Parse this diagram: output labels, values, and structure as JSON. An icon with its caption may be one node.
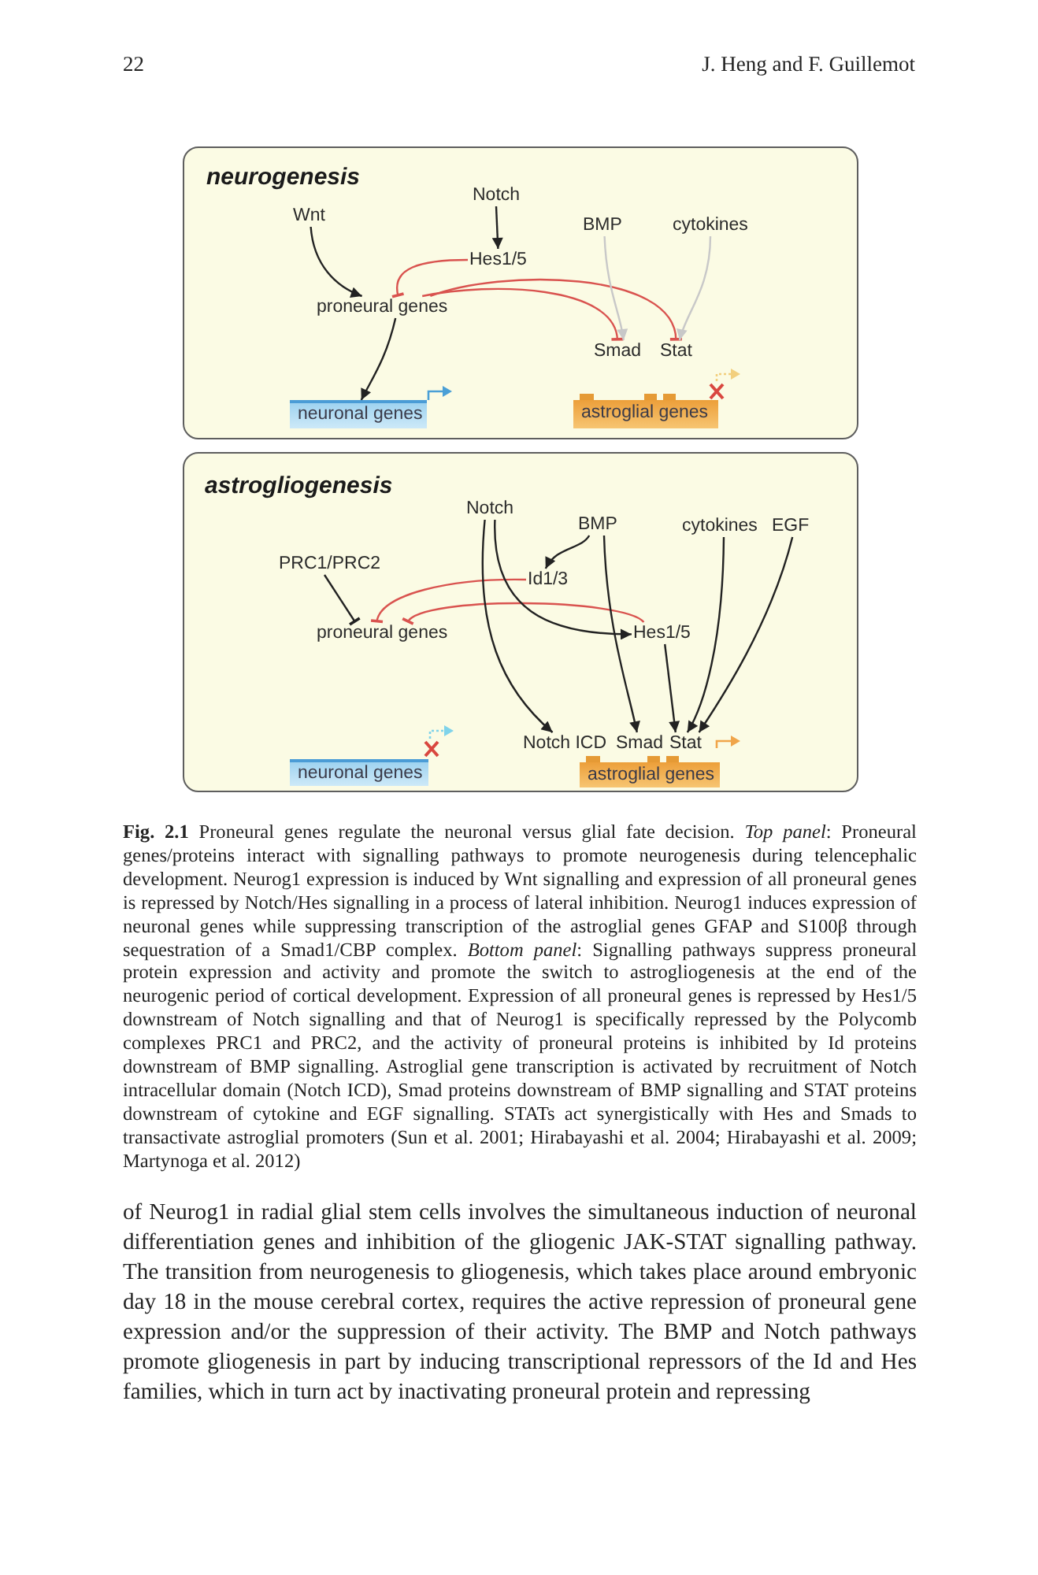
{
  "diagram": {
    "caption": "**Fig. 2.1** Proneural genes regulate the neuronal versus glial fate decision. *Top panel*: Proneural genes/proteins interact with signalling pathways to promote neurogenesis during telencephalic development. Neurog1 expression is induced by Wnt signalling and expression of all proneural genes is repressed by Notch/Hes signalling in a process of lateral inhibition. Neurog1 induces expression of neuronal genes while suppressing transcription of the astroglial genes GFAP and S100β through sequestration of a Smad1/CBP complex. *Bottom panel*: Signalling pathways suppress proneural protein expression and activity and promote the switch to astrogliogenesis at the end of the neurogenic period of cortical development. Expression of all proneural genes is repressed by Hes1/5 downstream of Notch signalling and that of Neurog1 is specifically repressed by the Polycomb complexes PRC1 and PRC2, and the activity of proneural proteins is inhibited by Id proteins downstream of BMP signalling. Astroglial gene transcription is activated by recruitment of Notch intracellular domain (Notch ICD), Smad proteins downstream of BMP signalling and STAT proteins downstream of cytokine and EGF signalling. STATs act synergistically with Hes and Smads to transactivate astroglial promoters (Sun et al. 2001; Hirabayashi et al. 2004; Hirabayashi et al. 2009; Martynoga et al. 2012)",
    "nodes": [
      {
        "text": [
          "neurogenesis"
        ]
      },
      {
        "text": [
          "Wnt"
        ],
        "in": 0
      },
      {
        "text": [
          "Notch"
        ],
        "in": 0
      },
      {
        "text": [
          "BMP"
        ],
        "in": 0
      },
      {
        "text": [
          "cytokines"
        ],
        "in": 0
      },
      {
        "text": [
          "Hes1/5"
        ],
        "in": 0
      },
      {
        "text": [
          "proneural genes"
        ],
        "in": 0
      },
      {
        "text": [
          "Smad"
        ],
        "in": 0
      },
      {
        "text": [
          "Stat"
        ],
        "in": 0
      },
      {
        "text": [
          "neuronal genes"
        ],
        "in": 0
      },
      {
        "text": [
          "astroglial genes"
        ],
        "in": 0
      },
      {
        "text": [
          "astrogliogenesis"
        ]
      },
      {
        "text": [
          "Notch"
        ],
        "in": 11
      },
      {
        "text": [
          "BMP"
        ],
        "in": 11
      },
      {
        "text": [
          "cytokines"
        ],
        "in": 11
      },
      {
        "text": [
          "EGF"
        ],
        "in": 11
      },
      {
        "text": [
          "PRC1/PRC2"
        ],
        "in": 11
      },
      {
        "text": [
          "Id1/3"
        ],
        "in": 11
      },
      {
        "text": [
          "proneural genes"
        ],
        "in": 11
      },
      {
        "text": [
          "Hes1/5"
        ],
        "in": 11
      },
      {
        "text": [
          "Notch ICD"
        ],
        "in": 11
      },
      {
        "text": [
          "Smad"
        ],
        "in": 11
      },
      {
        "text": [
          "Stat"
        ],
        "in": 11
      },
      {
        "text": [
          "neuronal genes"
        ],
        "in": 11
      },
      {
        "text": [
          "astroglial genes"
        ],
        "in": 11
      }
    ],
    "edges": [
      {
        "from": 1,
        "to": 6,
        "arrow": "to"
      },
      {
        "from": 2,
        "to": 5,
        "arrow": "to"
      },
      {
        "from": 5,
        "to": 6,
        "arrow": "other",
        "color": "#d9534f"
      },
      {
        "from": 6,
        "to": 7,
        "arrow": "other",
        "color": "#d9534f"
      },
      {
        "from": 6,
        "to": 8,
        "arrow": "other",
        "color": "#d9534f"
      },
      {
        "from": 3,
        "to": 7,
        "arrow": "to",
        "color": "#c8c8c8"
      },
      {
        "from": 4,
        "to": 8,
        "arrow": "to",
        "color": "#c8c8c8"
      },
      {
        "from": 6,
        "to": 9,
        "arrow": "to"
      },
      {
        "from": 13,
        "to": 17,
        "arrow": "to"
      },
      {
        "from": 16,
        "to": 18,
        "arrow": "other"
      },
      {
        "from": 17,
        "to": 18,
        "arrow": "other",
        "color": "#d9534f"
      },
      {
        "from": 19,
        "to": 18,
        "arrow": "other",
        "color": "#d9534f"
      },
      {
        "from": 12,
        "to": 19,
        "arrow": "to"
      },
      {
        "from": 12,
        "to": 20,
        "arrow": "to"
      },
      {
        "from": 13,
        "to": 21,
        "arrow": "to"
      },
      {
        "from": 19,
        "to": 22,
        "arrow": "to"
      },
      {
        "from": 14,
        "to": 22,
        "arrow": "to"
      },
      {
        "from": 15,
        "to": 22,
        "arrow": "to"
      }
    ],
    "labels": [
      "22",
      "J. Heng and F. Guillemot",
      "of Neurog1 in radial glial stem cells involves the simultaneous induction of neuronal differentiation genes and inhibition of the gliogenic JAK-STAT signalling pathway. The transition from neurogenesis to gliogenesis, which takes place around embryonic day 18 in the mouse cerebral cortex, requires the active repression of proneural gene expression and/or the suppression of their activity. The BMP and Notch pathways promote gliogenesis in part by inducing transcriptional repressors of the Id and Hes families, which in turn act by inactivating proneural protein and repressing"
    ]
  }
}
